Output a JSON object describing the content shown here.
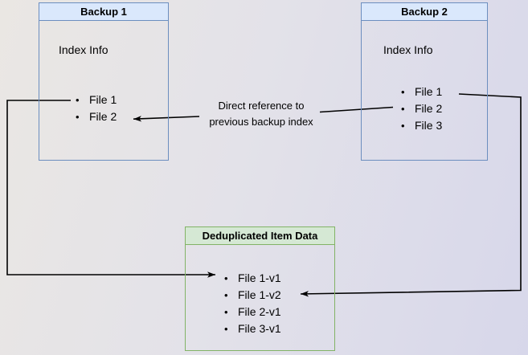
{
  "diagram": {
    "boxes": {
      "backup1": {
        "title": "Backup 1",
        "subtitle": "Index Info",
        "items": [
          "File 1",
          "File 2"
        ]
      },
      "backup2": {
        "title": "Backup 2",
        "subtitle": "Index Info",
        "items": [
          "File 1",
          "File 2",
          "File 3"
        ]
      },
      "dedup": {
        "title": "Deduplicated Item Data",
        "items": [
          "File 1-v1",
          "File 1-v2",
          "File 2-v1",
          "File 3-v1"
        ]
      }
    },
    "annotations": {
      "direct_reference": "Direct reference to\nprevious backup index"
    },
    "colors": {
      "backup_header_bg": "#dae8fc",
      "backup_border": "#6c8ebf",
      "dedup_header_bg": "#d5e8d4",
      "dedup_border": "#82b366",
      "connector": "#000000"
    }
  }
}
